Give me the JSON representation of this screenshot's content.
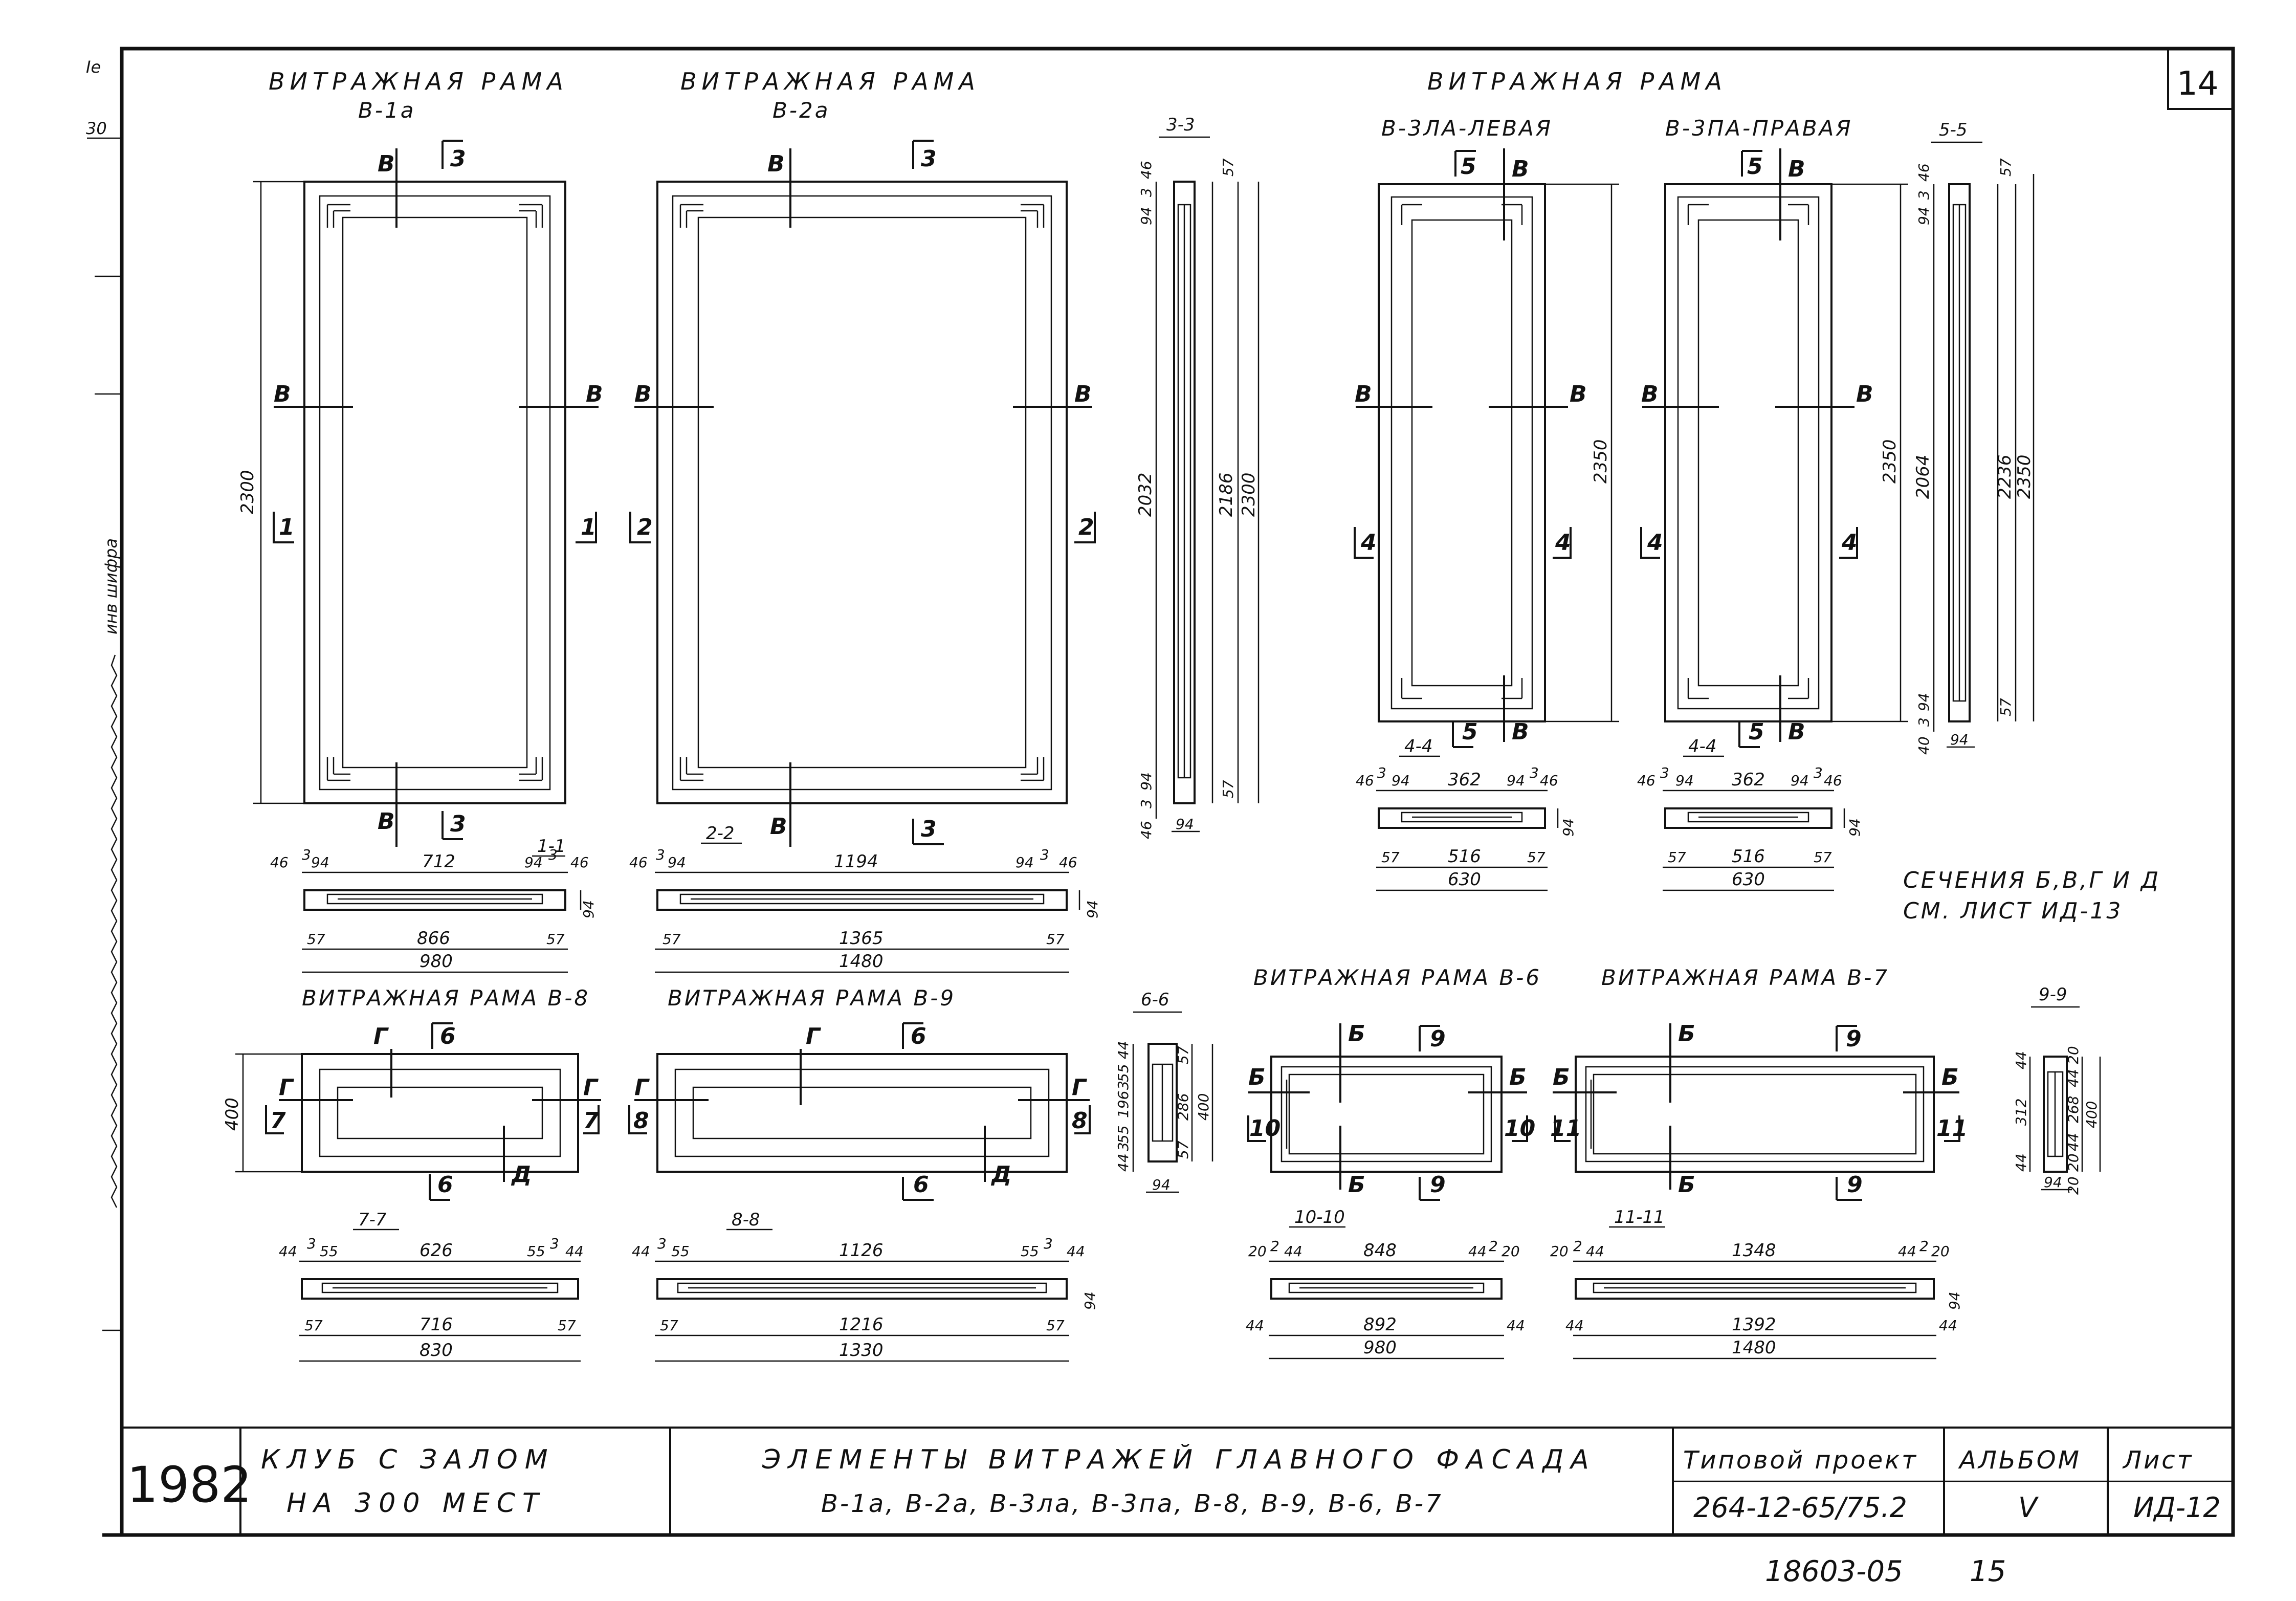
{
  "sheet_number": "14",
  "margin_marks": {
    "top1": "Ie",
    "top2": "30",
    "side_text": "инв шифра"
  },
  "frames": {
    "b1a": {
      "title": "ВИТРАЖНАЯ РАМА",
      "code": "В-1а",
      "height": "2300",
      "width": "980",
      "dims_top": [
        "46",
        "3",
        "94",
        "712",
        "94",
        "3",
        "46"
      ],
      "dims_bottom": [
        "57",
        "866",
        "57"
      ],
      "section_label": "1-1",
      "depth": "94",
      "cut_v": "В",
      "cut_3": "3",
      "cut_side": "1"
    },
    "b2a": {
      "title": "ВИТРАЖНАЯ РАМА",
      "code": "В-2а",
      "width": "1480",
      "dims_top": [
        "46",
        "3",
        "94",
        "1194",
        "94",
        "3",
        "46"
      ],
      "dims_bottom": [
        "57",
        "1365",
        "57"
      ],
      "section_label": "2-2",
      "depth": "94",
      "cut_v": "В",
      "cut_3": "3",
      "cut_side": "2"
    },
    "b3": {
      "title": "ВИТРАЖНАЯ РАМА",
      "code_left": "В-3ЛА-ЛЕВАЯ",
      "code_right": "В-3ПА-ПРАВАЯ",
      "height": "2350",
      "dim_inner": "2350",
      "width": "630",
      "dims_top": [
        "46",
        "3",
        "94",
        "362",
        "94",
        "3",
        "46"
      ],
      "dims_bottom": [
        "57",
        "516",
        "57"
      ],
      "section_label": "4-4",
      "depth": "94",
      "cut_v": "В",
      "cut_5": "5",
      "cut_side": "4"
    },
    "b8": {
      "title": "ВИТРАЖНАЯ РАМА В-8",
      "height": "400",
      "width": "830",
      "dims_top": [
        "44",
        "3",
        "55",
        "626",
        "55",
        "3",
        "44"
      ],
      "dims_bottom": [
        "57",
        "716",
        "57"
      ],
      "section_label": "7-7",
      "cut_g": "Г",
      "cut_d": "Д",
      "cut_6": "6",
      "cut_side": "7"
    },
    "b9": {
      "title": "ВИТРАЖНАЯ РАМА В-9",
      "width": "1330",
      "dims_top": [
        "44",
        "3",
        "55",
        "1126",
        "55",
        "3",
        "44"
      ],
      "dims_bottom": [
        "57",
        "1216",
        "57"
      ],
      "section_label": "8-8",
      "depth": "94",
      "cut_g": "Г",
      "cut_d": "Д",
      "cut_6": "6",
      "cut_side": "8"
    },
    "b6": {
      "title": "ВИТРАЖНАЯ РАМА В-6",
      "width": "980",
      "dims_top": [
        "20",
        "2",
        "44",
        "848",
        "44",
        "2",
        "20"
      ],
      "dims_bottom": [
        "44",
        "892",
        "44"
      ],
      "section_label": "10-10",
      "cut_b": "Б",
      "cut_9": "9",
      "cut_side": "10"
    },
    "b7": {
      "title": "ВИТРАЖНАЯ РАМА В-7",
      "width": "1480",
      "dims_top": [
        "20",
        "2",
        "44",
        "1348",
        "44",
        "2",
        "20"
      ],
      "dims_bottom": [
        "44",
        "1392",
        "44"
      ],
      "section_label": "11-11",
      "depth": "94",
      "cut_b": "Б",
      "cut_9": "9",
      "cut_side": "11"
    }
  },
  "sections": {
    "s33": {
      "label": "3-3",
      "d1": "46",
      "d2": "3",
      "d3": "94",
      "d4": "57",
      "h1": "2032",
      "h2": "2186",
      "h3": "2300",
      "b1": "94",
      "b2": "3",
      "b3": "46",
      "b4": "57",
      "w": "94"
    },
    "s55": {
      "label": "5-5",
      "d1": "46",
      "d2": "3",
      "d3": "94",
      "d4": "57",
      "h1": "2064",
      "h2": "2236",
      "h3": "2350",
      "b1": "94",
      "b2": "3",
      "b3": "40",
      "b4": "57",
      "w": "94"
    },
    "s66": {
      "label": "6-6",
      "d1": "44",
      "d2": "55",
      "d3": "3",
      "mid": "196",
      "e1": "55",
      "e2": "3",
      "e3": "44",
      "c1": "57",
      "c2": "286",
      "c3": "57",
      "total": "400",
      "w": "94"
    },
    "s99": {
      "label": "9-9",
      "d1": "44",
      "d2": "20",
      "mid": "312",
      "d3": "44",
      "e1": "44",
      "e2": "268",
      "e3": "44",
      "e4": "20",
      "total": "400",
      "w": "94",
      "b1": "20"
    }
  },
  "note": {
    "line1": "СЕЧЕНИЯ Б,В,Г И Д",
    "line2": "СМ. ЛИСТ ИД-13"
  },
  "title_block": {
    "year": "1982",
    "object_line1": "КЛУБ С ЗАЛОМ",
    "object_line2": "НА 300 МЕСТ",
    "title_line1": "ЭЛЕМЕНТЫ ВИТРАЖЕЙ ГЛАВНОГО ФАСАДА",
    "title_line2": "В-1а, В-2а, В-3ла, В-3па, В-8, В-9, В-6, В-7",
    "project_label": "Типовой проект",
    "project_value": "264-12-65/75.2",
    "album_label": "АЛЬБОМ",
    "album_value": "V",
    "sheet_label": "Лист",
    "sheet_value": "ИД-12"
  },
  "footer": {
    "code": "18603-05",
    "page": "15"
  }
}
